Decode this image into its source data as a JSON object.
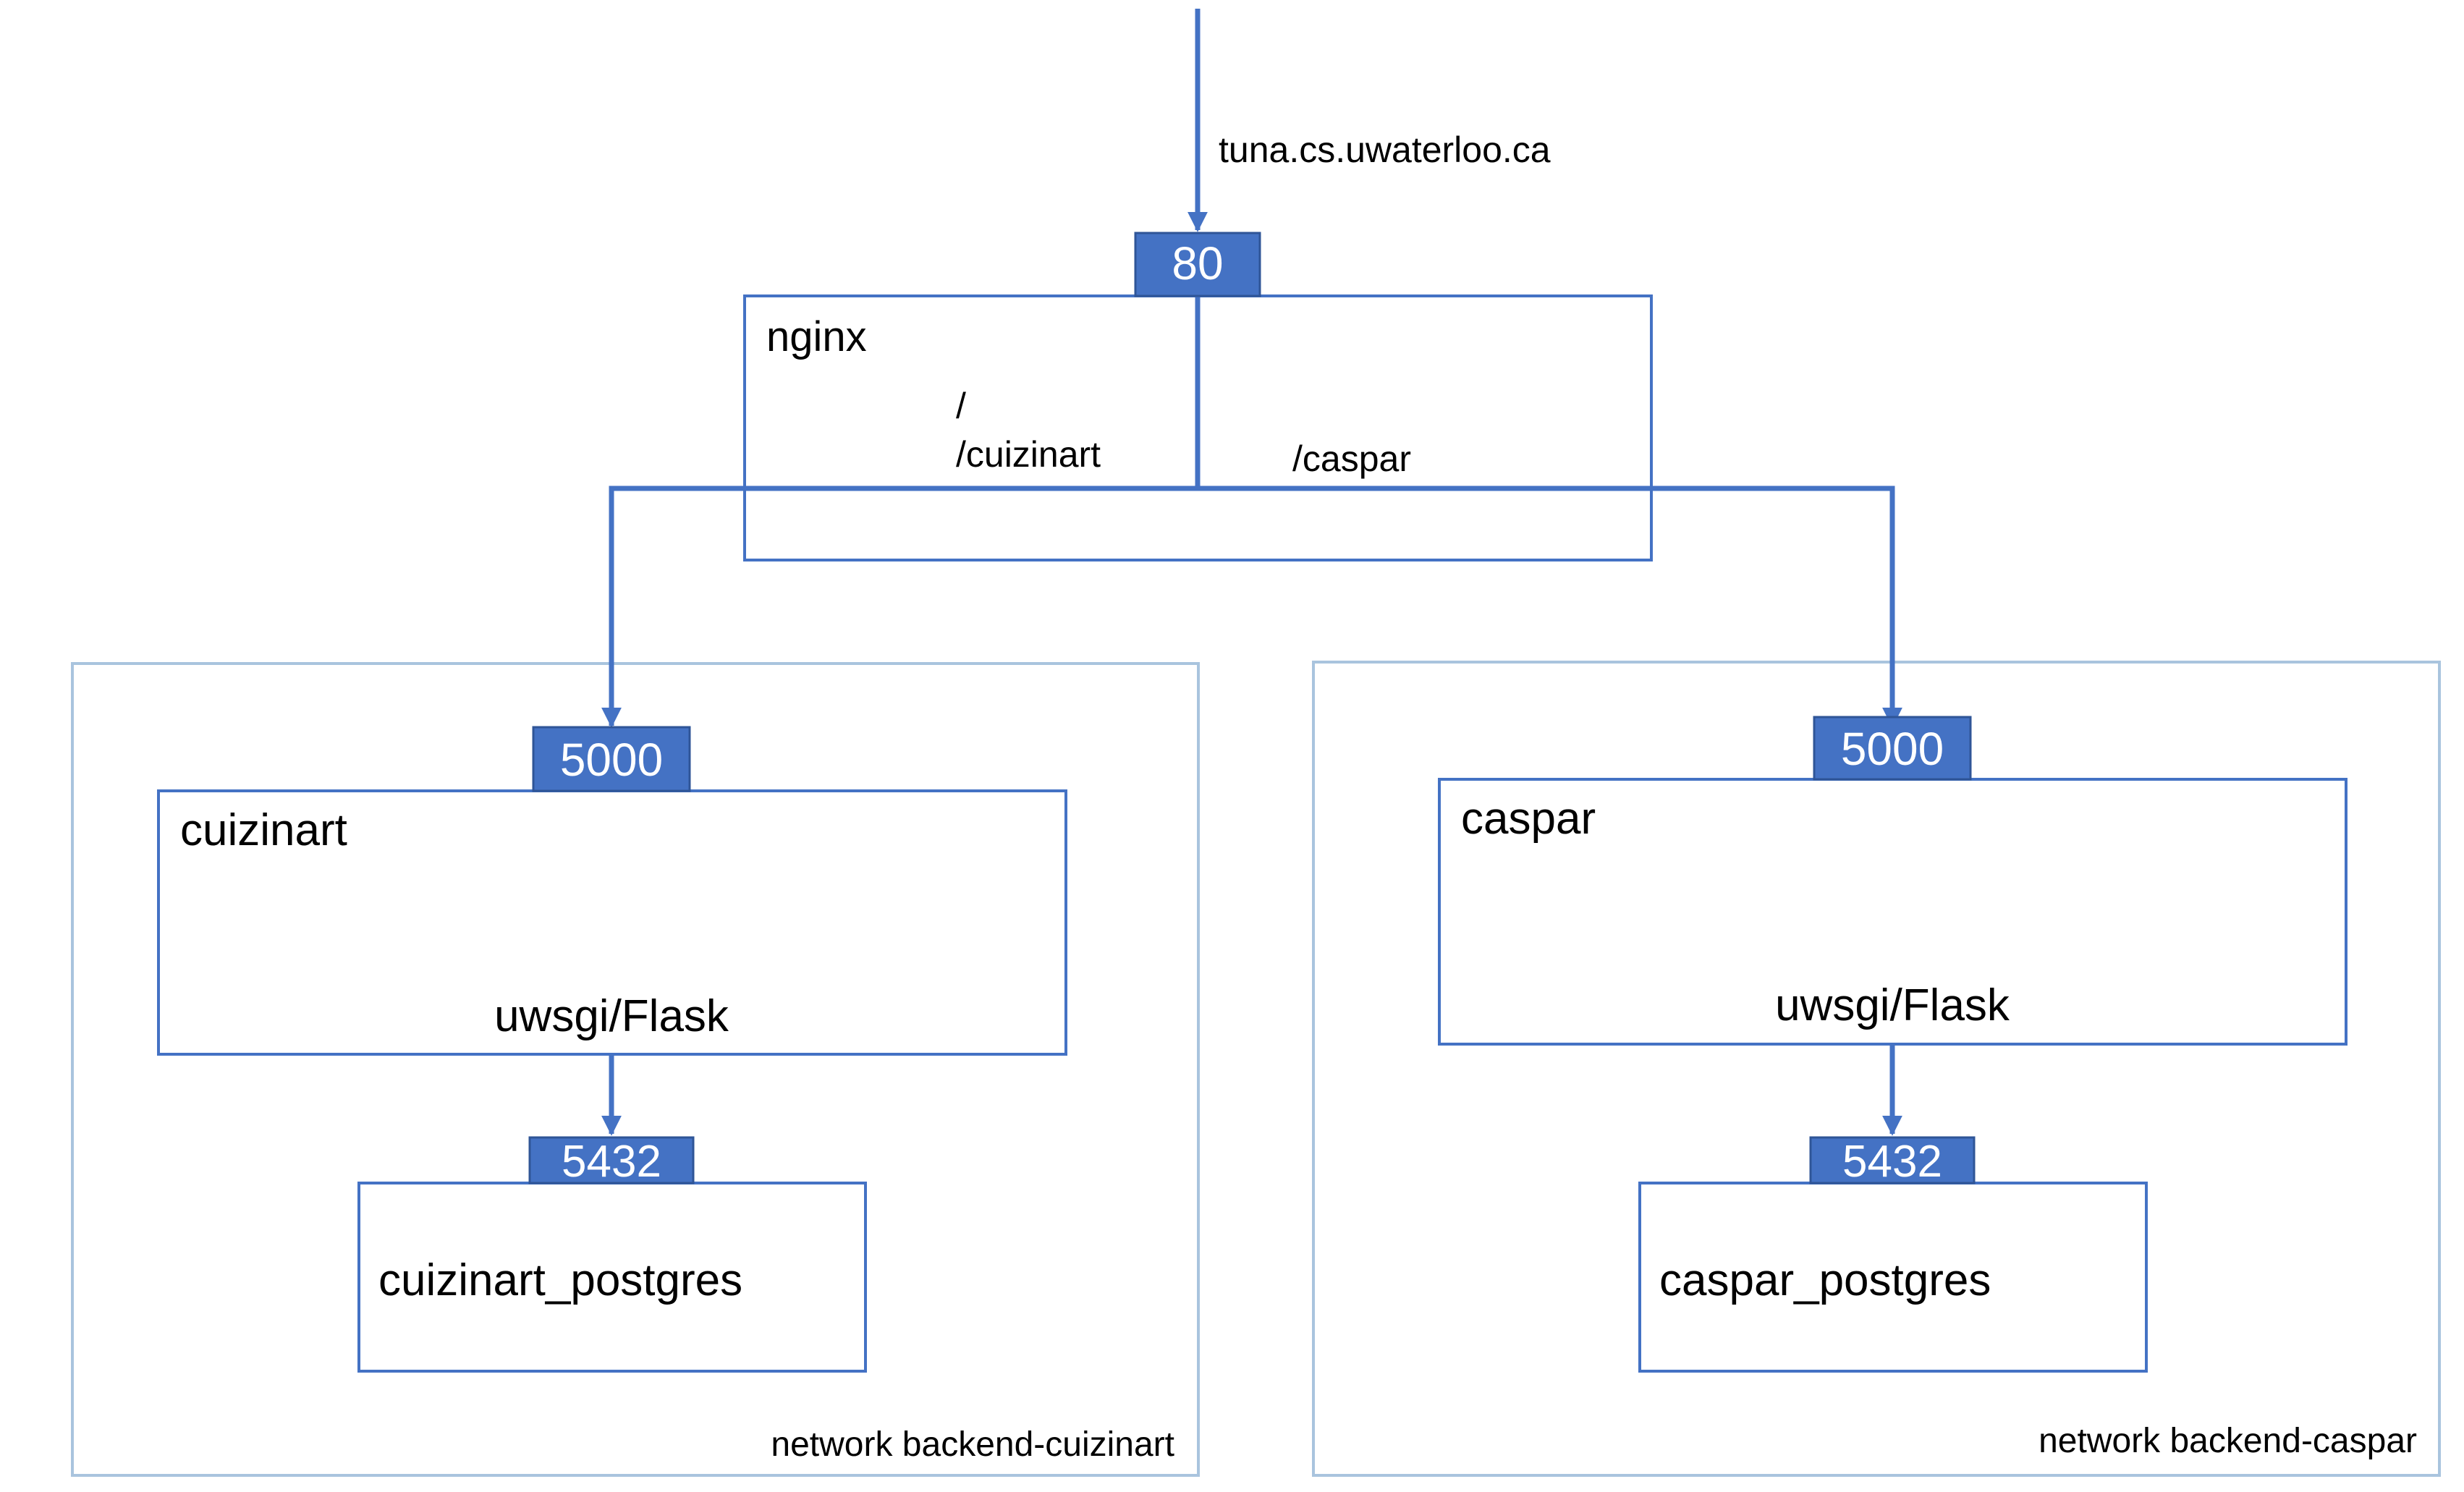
{
  "colors": {
    "accent": "#4472C4",
    "accent_dark": "#2F5597",
    "box_border": "#4472C4",
    "network_border": "#A9C4DE",
    "text": "#000000",
    "port_text": "#FFFFFF"
  },
  "incoming": {
    "host": "tuna.cs.uwaterloo.ca"
  },
  "nginx": {
    "name": "nginx",
    "port": "80",
    "route_slash": "/",
    "route_cuizinart": "/cuizinart",
    "route_caspar": "/caspar"
  },
  "cuizinart": {
    "network": "network backend-cuizinart",
    "port": "5000",
    "name": "cuizinart",
    "runtime": "uwsgi/Flask",
    "db_port": "5432",
    "db_name": "cuizinart_postgres"
  },
  "caspar": {
    "network": "network backend-caspar",
    "port": "5000",
    "name": "caspar",
    "runtime": "uwsgi/Flask",
    "db_port": "5432",
    "db_name": "caspar_postgres"
  }
}
